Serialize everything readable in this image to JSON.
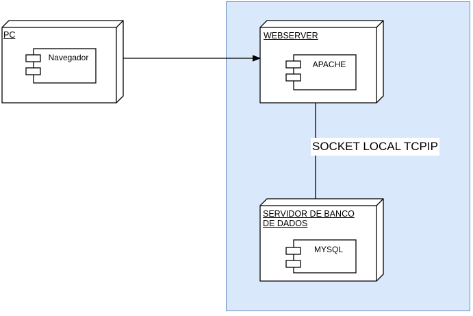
{
  "diagram": {
    "zone": {
      "name": "server-zone",
      "fill_color": "#dae8fc",
      "border_color": "#6c8ebf"
    },
    "nodes": {
      "pc": {
        "label": "PC"
      },
      "webserver": {
        "label": "WEBSERVER"
      },
      "dbserver": {
        "label": "SERVIDOR DE BANCO DE DADOS"
      }
    },
    "components": {
      "navegador": {
        "label": "Navegador",
        "parent": "pc"
      },
      "apache": {
        "label": "APACHE",
        "parent": "webserver"
      },
      "mysql": {
        "label": "MYSQL",
        "parent": "dbserver"
      }
    },
    "edges": {
      "pc_to_webserver": {
        "type": "arrow",
        "label": ""
      },
      "webserver_to_dbserver": {
        "type": "line",
        "label": "SOCKET LOCAL TCPIP"
      }
    },
    "colors": {
      "line": "#000000",
      "shape_fill": "#ffffff",
      "text": "#000000"
    }
  }
}
